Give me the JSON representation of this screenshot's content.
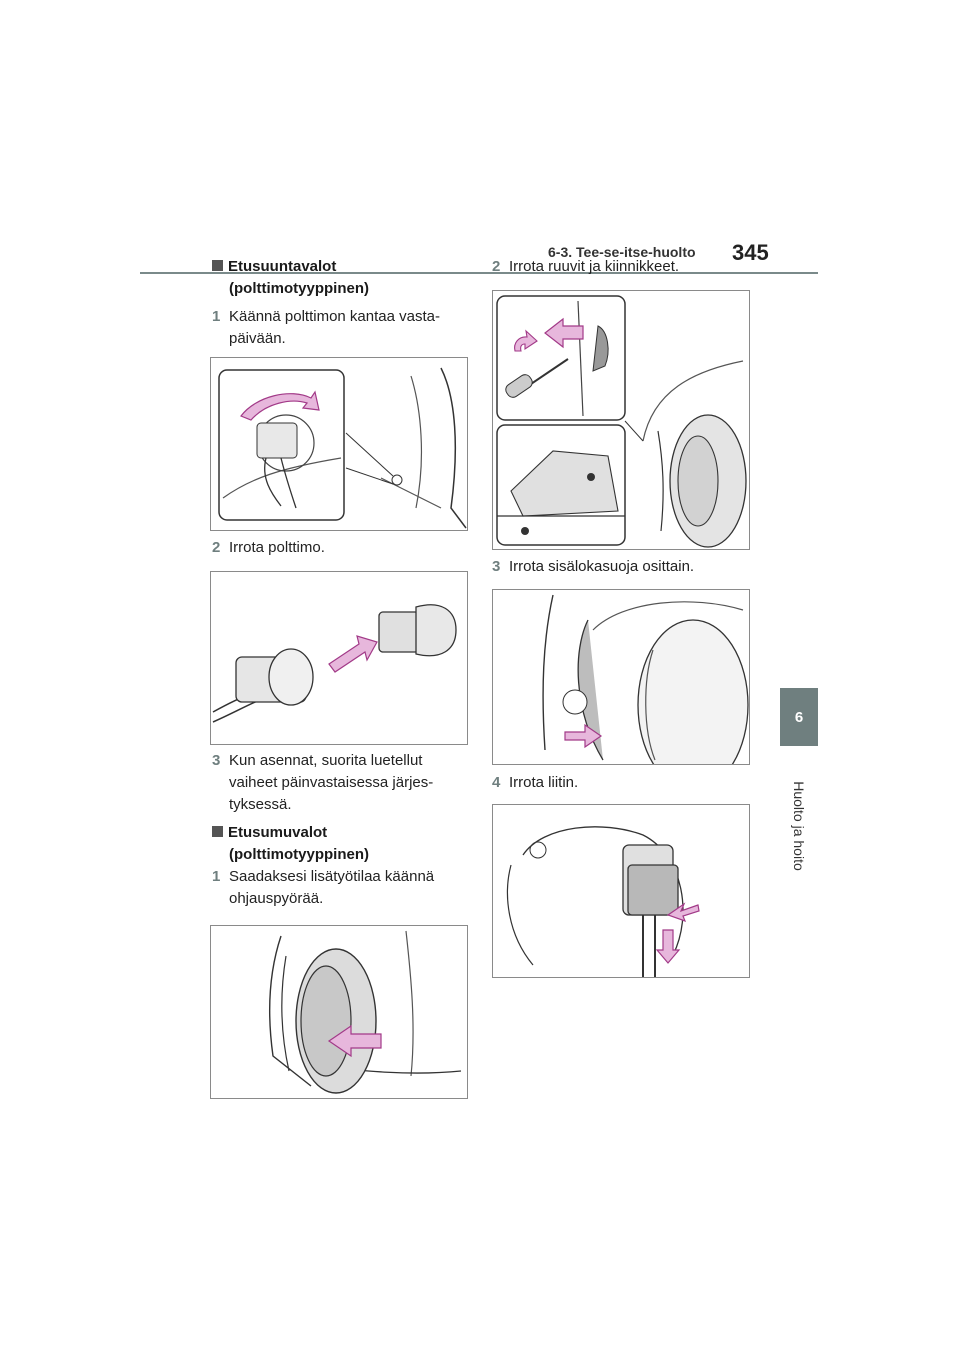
{
  "header": {
    "section": "6-3. Tee-se-itse-huolto",
    "page_number": "345"
  },
  "side_tab": {
    "chapter_number": "6",
    "chapter_title": "Huolto ja hoito"
  },
  "left_column": {
    "section1": {
      "title_line1": "Etusuuntavalot",
      "title_line2": "(polttimotyyppinen)",
      "steps": [
        {
          "num": "1",
          "line1": "Käännä polttimon kantaa vasta-",
          "line2": "päivään."
        },
        {
          "num": "2",
          "line1": "Irrota polttimo."
        },
        {
          "num": "3",
          "line1": "Kun asennat, suorita luetellut",
          "line2": "vaiheet päinvastaisessa järjes-",
          "line3": "tyksessä."
        }
      ]
    },
    "section2": {
      "title_line1": "Etusumuvalot",
      "title_line2": "(polttimotyyppinen)",
      "steps": [
        {
          "num": "1",
          "line1": "Saadaksesi lisätyötilaa käännä",
          "line2": "ohjauspyörää."
        }
      ]
    }
  },
  "right_column": {
    "steps": [
      {
        "num": "2",
        "line1": "Irrota ruuvit ja kiinnikkeet."
      },
      {
        "num": "3",
        "line1": "Irrota sisälokasuoja osittain."
      },
      {
        "num": "4",
        "line1": "Irrota liitin."
      }
    ]
  },
  "colors": {
    "arrow_fill": "#e7b7dc",
    "arrow_stroke": "#a23a88",
    "accent_gray": "#6f7f7f"
  }
}
